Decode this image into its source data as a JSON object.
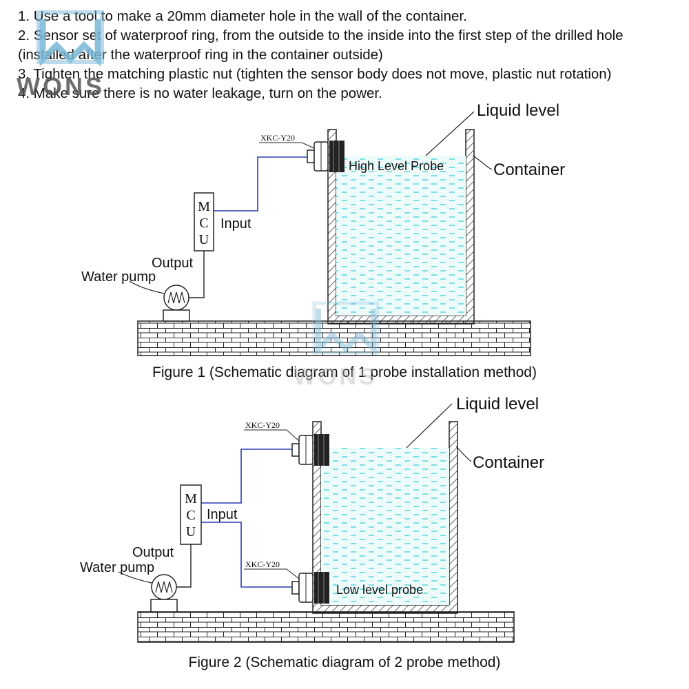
{
  "instructions": [
    "1. Use a tool to make a 20mm diameter hole in the wall of the container.",
    "2. Sensor set of waterproof ring, from the outside to the inside into the first step of the drilled hole (installed after the waterproof ring in the container outside)",
    "3. Tighten the matching plastic nut (tighten the sensor body does not move, plastic nut rotation)",
    "4. Make sure there is no water leakage, turn on the power."
  ],
  "watermark": {
    "text": "WONS"
  },
  "figure1": {
    "liquid_level": "Liquid level",
    "container": "Container",
    "sensor_model": "XKC-Y20",
    "probe_label": "High Level Probe",
    "mcu": [
      "M",
      "C",
      "U"
    ],
    "input": "Input",
    "output": "Output",
    "pump": "Water pump",
    "caption": "Figure 1 (Schematic diagram of 1 probe installation method)"
  },
  "figure2": {
    "liquid_level": "Liquid level",
    "container": "Container",
    "sensor_model_top": "XKC-Y20",
    "sensor_model_bottom": "XKC-Y20",
    "probe_label": "Low level probe",
    "mcu": [
      "M",
      "C",
      "U"
    ],
    "input": "Input",
    "output": "Output",
    "pump": "Water pump",
    "caption": "Figure 2 (Schematic diagram of 2 probe method)"
  },
  "colors": {
    "water": "#5fd8dc",
    "water_fill": "#eefbfb",
    "wire": "#2b3bb0",
    "watermark": "#7ab8d8"
  }
}
